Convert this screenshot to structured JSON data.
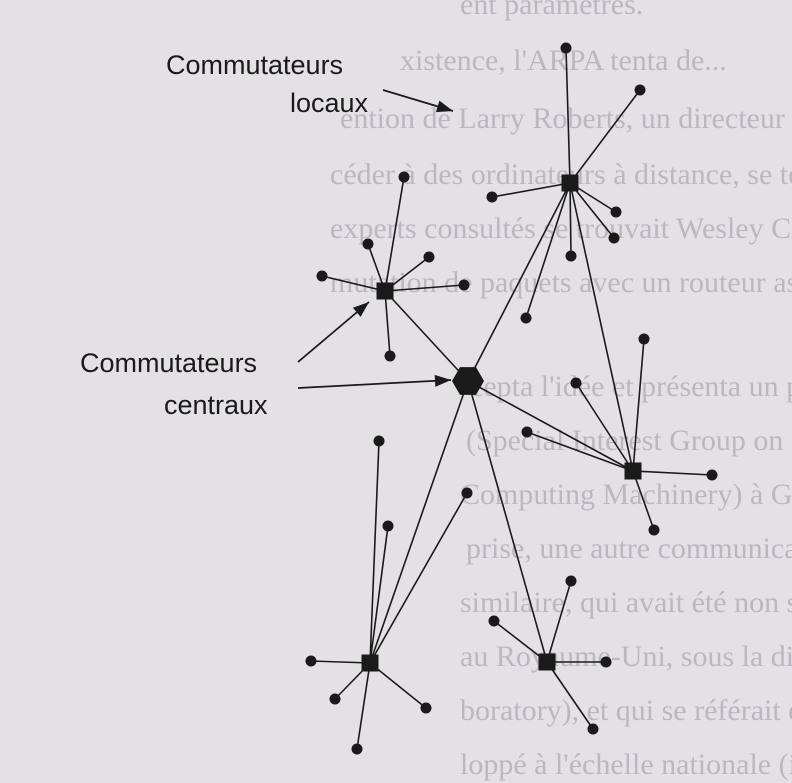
{
  "labels": {
    "local_line1": "Commutateurs",
    "local_line2": "locaux",
    "central_line1": "Commutateurs",
    "central_line2": "centraux"
  },
  "background_text": [
    "ent paramètres.",
    "xistence, l'ARPA tenta de...",
    "ention de Larry Roberts, un directeur de pro",
    "céder à des ordinateurs à distance, se tourn",
    "experts consultés se trouvait Wesley Clark qu",
    "mutation de paquets avec un routeur asso",
    "cepta l'idée et présenta un projet assez vague",
    "(Special Interest Group on Operating System",
    "Computing Machinery) à Gatlinburg dans l",
    "prise, une autre communication présente",
    "similaire, qui avait été non seulement conç",
    "au Royaume-Uni, sous la direction de Donal",
    "boratory), et qui se référait en outre au trava",
    "loppé à l'échelle nationale (il connectait seule"
  ],
  "colors": {
    "background": "#e3e1e4",
    "ink": "#1a1a1a",
    "ghost_text": "#9a98a0"
  }
}
